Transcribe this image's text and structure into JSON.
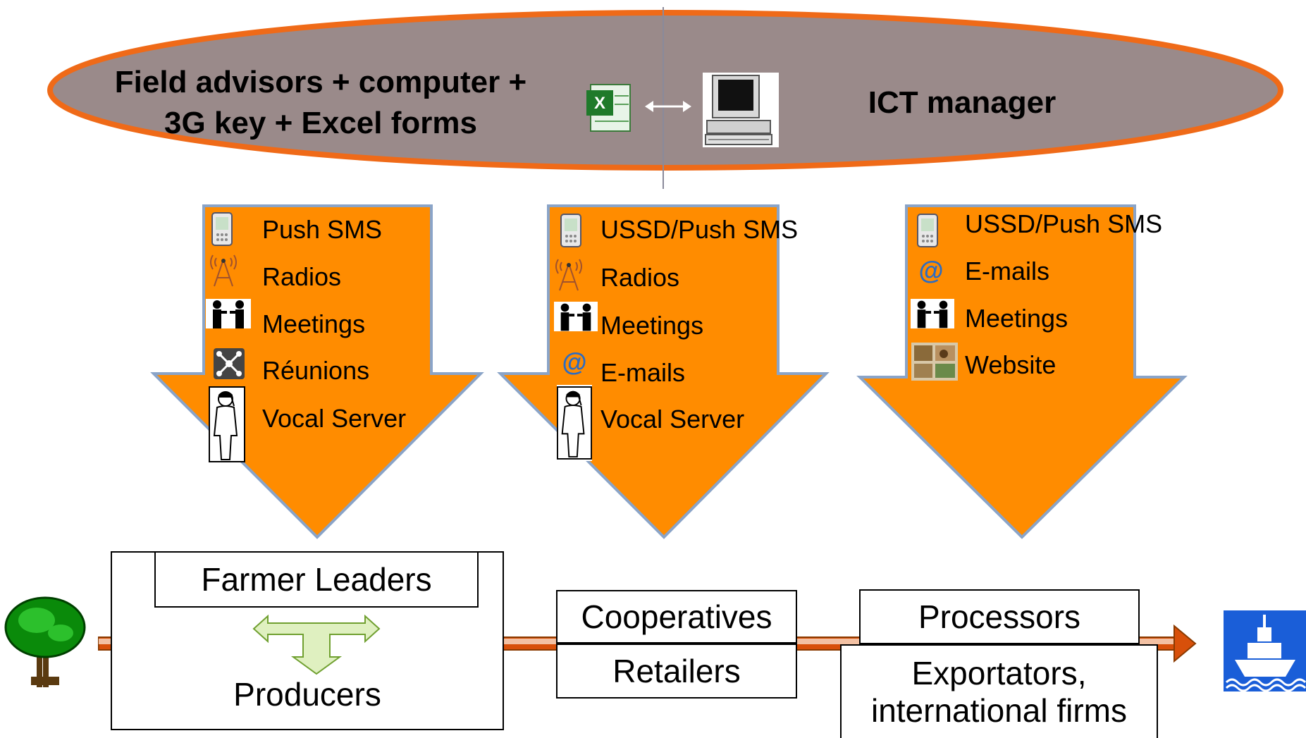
{
  "top_band": {
    "left_text_line1": "Field advisors + computer +",
    "left_text_line2": "3G key + Excel forms",
    "right_text": "ICT manager"
  },
  "channels": [
    {
      "items": [
        {
          "icon": "mobile-phone-icon",
          "label": "Push SMS"
        },
        {
          "icon": "radio-tower-icon",
          "label": "Radios"
        },
        {
          "icon": "people-meeting-icon",
          "label": "Meetings"
        },
        {
          "icon": "network-meeting-icon",
          "label": "Réunions"
        },
        {
          "icon": "person-on-phone-icon",
          "label": "Vocal Server"
        }
      ]
    },
    {
      "items": [
        {
          "icon": "mobile-phone-icon",
          "label": "USSD/Push SMS"
        },
        {
          "icon": "radio-tower-icon",
          "label": "Radios"
        },
        {
          "icon": "people-meeting-icon",
          "label": "Meetings"
        },
        {
          "icon": "at-sign-icon",
          "label": "E-mails"
        },
        {
          "icon": "person-on-phone-icon",
          "label": "Vocal Server"
        }
      ]
    },
    {
      "items": [
        {
          "icon": "mobile-phone-icon",
          "label": "USSD/Push SMS"
        },
        {
          "icon": "at-sign-icon",
          "label": "E-mails"
        },
        {
          "icon": "people-meeting-icon",
          "label": "Meetings"
        },
        {
          "icon": "website-thumbnail-icon",
          "label": "Website"
        }
      ]
    }
  ],
  "value_chain": {
    "farmer_leaders": "Farmer Leaders",
    "producers": "Producers",
    "cooperatives": "Cooperatives",
    "retailers": "Retailers",
    "processors": "Processors",
    "exportators_line1": "Exportators,",
    "exportators_line2": "international firms"
  },
  "colors": {
    "ellipse_fill": "#9a8a8a",
    "ellipse_stroke": "#ef6a18",
    "arrow_fill": "#ff8c00",
    "arrow_stroke": "#8aa4c8",
    "chain_line": "#d8500a"
  }
}
